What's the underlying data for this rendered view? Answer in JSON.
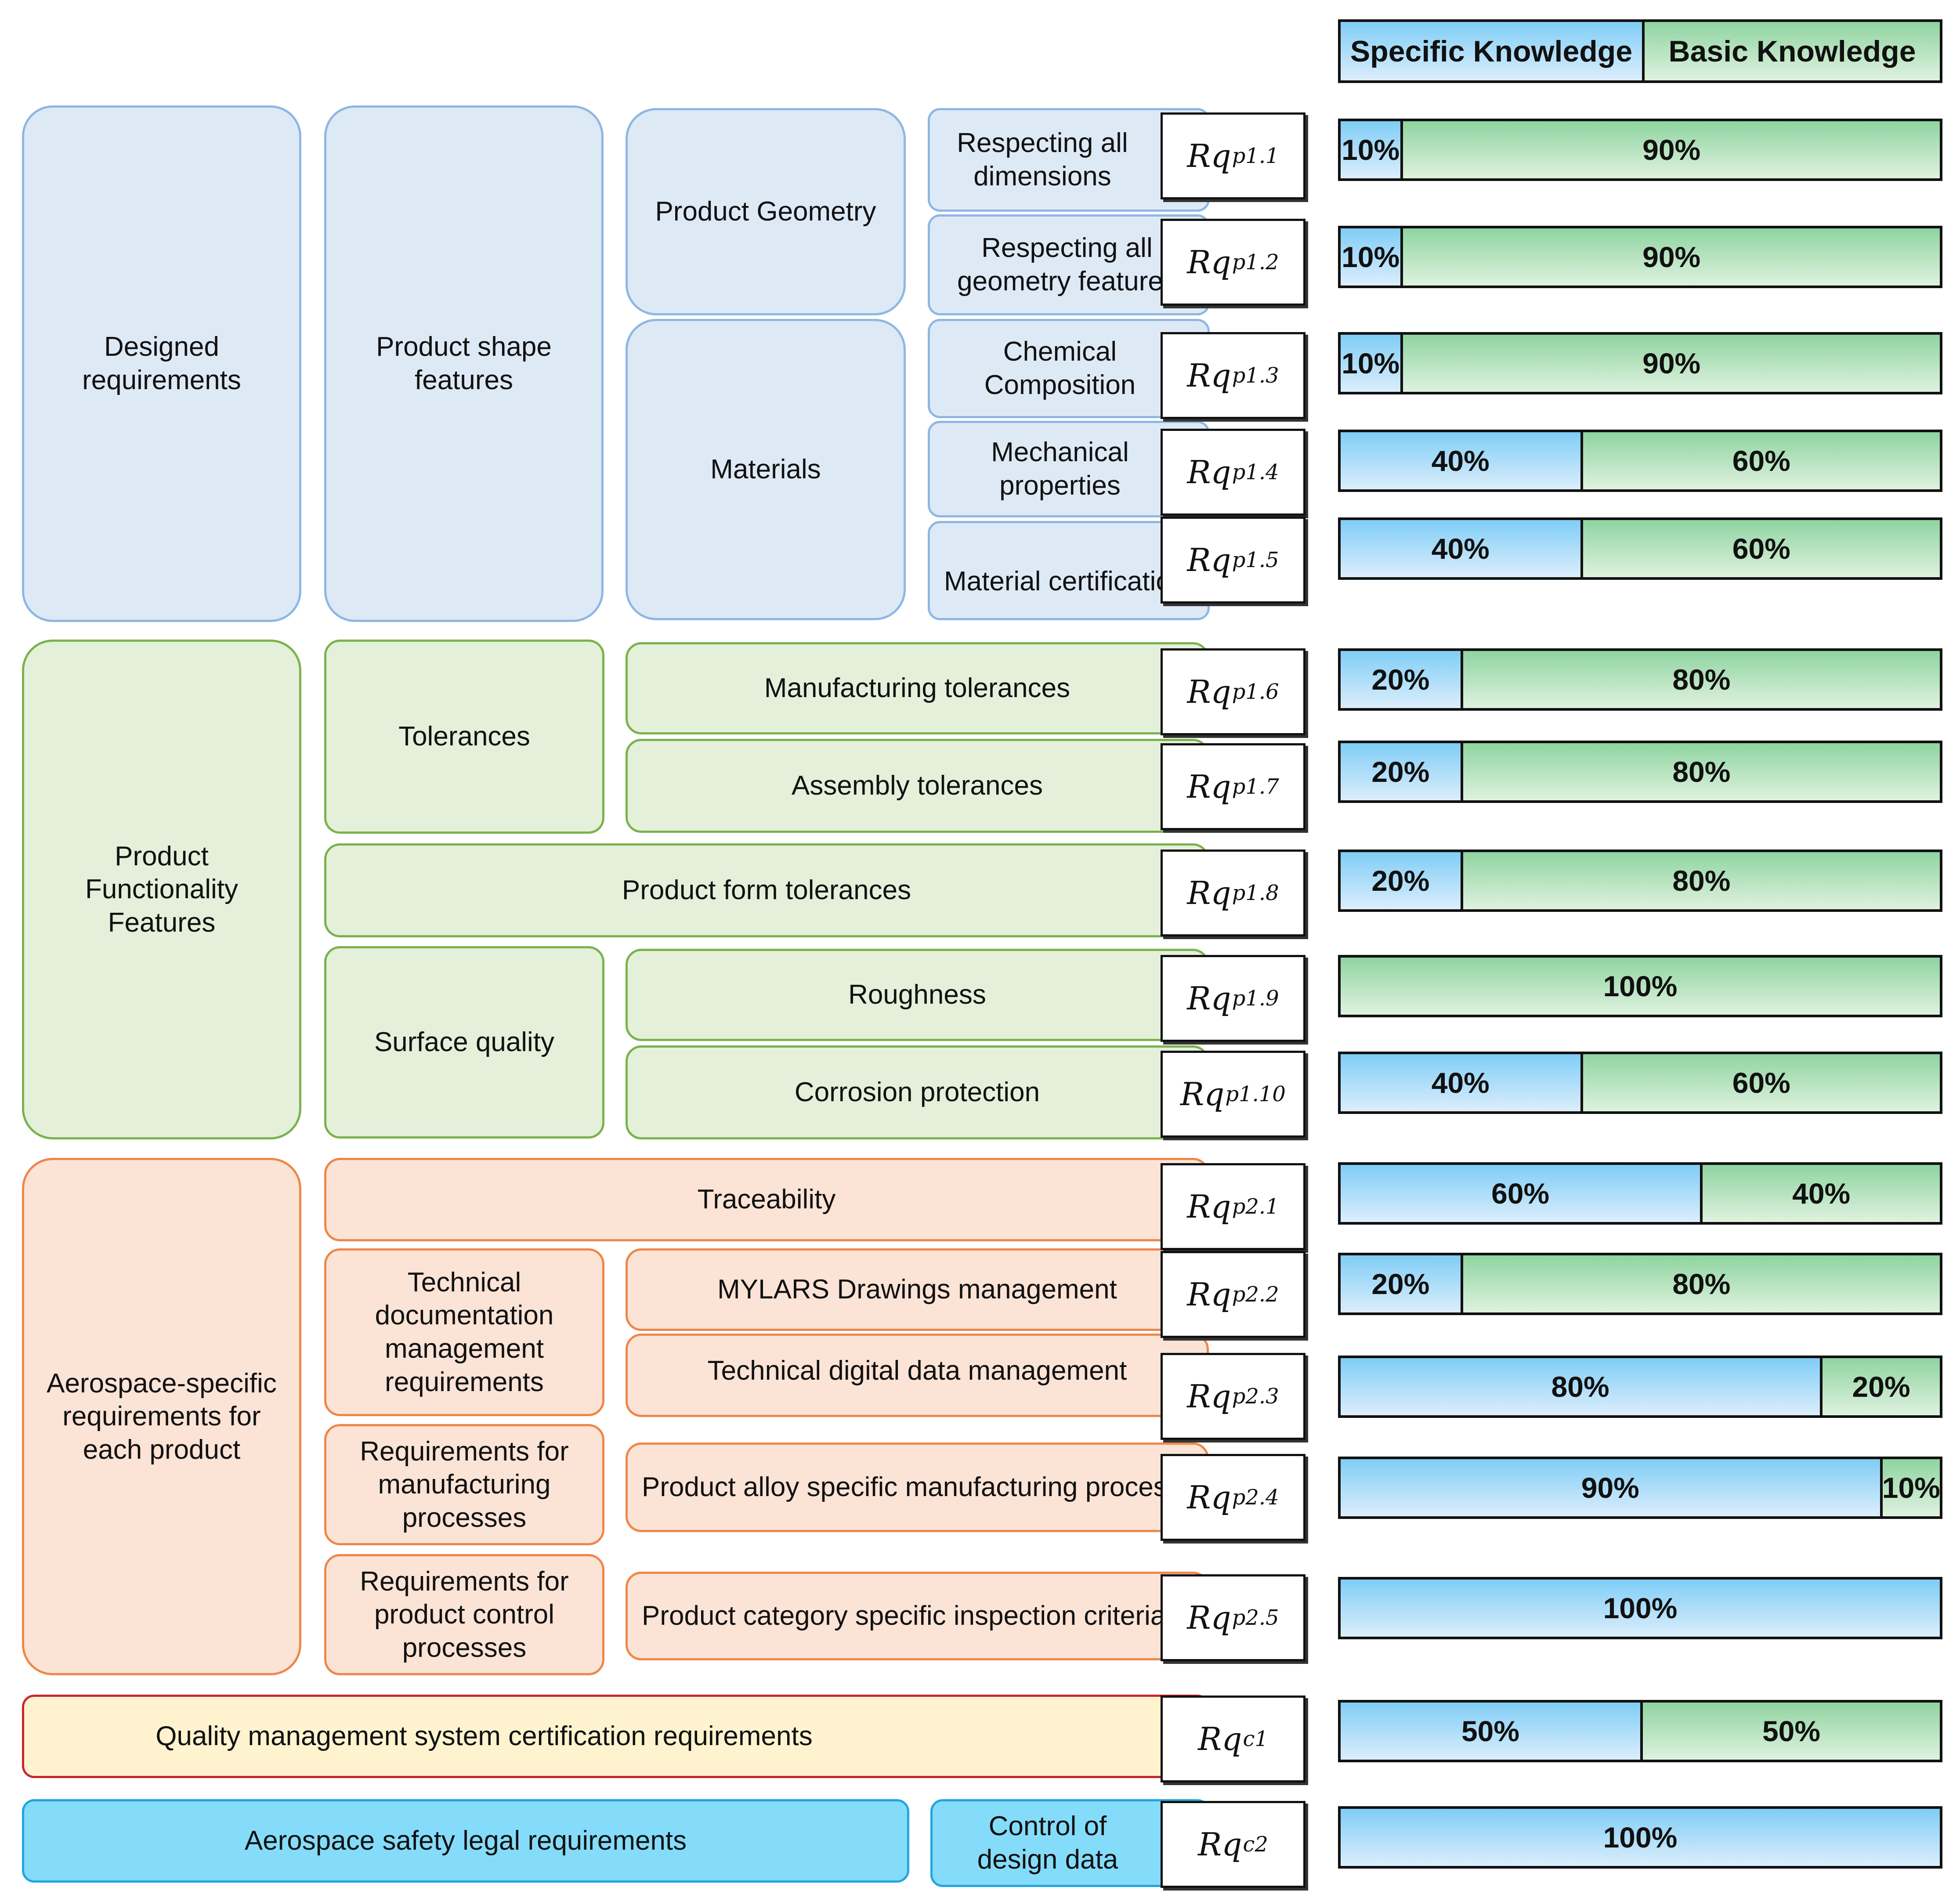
{
  "legend": {
    "specific": "Specific Knowledge",
    "basic": "Basic Knowledge"
  },
  "colors": {
    "specific": "#7fcdf6",
    "basic": "#8fd4a0",
    "designed": "#dee9f6",
    "functionality": "#e4f0da",
    "aerospace": "#fbe3d6",
    "quality": "#fff3cf",
    "safety": "#84dcfa"
  },
  "groups": {
    "designed": "Designed requirements",
    "shape": "Product shape features",
    "geometry": "Product Geometry",
    "materials": "Materials",
    "functionality": "Product Functionality Features",
    "tolerances": "Tolerances",
    "surface": "Surface quality",
    "aerospace": "Aerospace-specific requirements for each product",
    "techdoc": "Technical documentation management requirements",
    "mfg": "Requirements for manufacturing processes",
    "control": "Requirements for product control processes",
    "quality": "Quality management system certification requirements",
    "safety": "Aerospace safety legal requirements"
  },
  "requirements": [
    {
      "label": "Respecting all dimensions",
      "tag": "Rq",
      "sub": "p1.1",
      "specific": 10,
      "basic": 90
    },
    {
      "label": "Respecting all geometry features",
      "tag": "Rq",
      "sub": "p1.2",
      "specific": 10,
      "basic": 90
    },
    {
      "label": "Chemical Composition",
      "tag": "Rq",
      "sub": "p1.3",
      "specific": 10,
      "basic": 90
    },
    {
      "label": "Mechanical properties",
      "tag": "Rq",
      "sub": "p1.4",
      "specific": 40,
      "basic": 60
    },
    {
      "label": "Material certification",
      "tag": "Rq",
      "sub": "p1.5",
      "specific": 40,
      "basic": 60
    },
    {
      "label": "Manufacturing tolerances",
      "tag": "Rq",
      "sub": "p1.6",
      "specific": 20,
      "basic": 80
    },
    {
      "label": "Assembly tolerances",
      "tag": "Rq",
      "sub": "p1.7",
      "specific": 20,
      "basic": 80
    },
    {
      "label": "Product form tolerances",
      "tag": "Rq",
      "sub": "p1.8",
      "specific": 20,
      "basic": 80
    },
    {
      "label": "Roughness",
      "tag": "Rq",
      "sub": "p1.9",
      "specific": 0,
      "basic": 100
    },
    {
      "label": "Corrosion protection",
      "tag": "Rq",
      "sub": "p1.10",
      "specific": 40,
      "basic": 60
    },
    {
      "label": "Traceability",
      "tag": "Rq",
      "sub": "p2.1",
      "specific": 60,
      "basic": 40
    },
    {
      "label": "MYLARS Drawings management",
      "tag": "Rq",
      "sub": "p2.2",
      "specific": 20,
      "basic": 80
    },
    {
      "label": "Technical digital data management",
      "tag": "Rq",
      "sub": "p2.3",
      "specific": 80,
      "basic": 20
    },
    {
      "label": "Product alloy specific manufacturing processes",
      "tag": "Rq",
      "sub": "p2.4",
      "specific": 90,
      "basic": 10
    },
    {
      "label": "Product category specific inspection criteria",
      "tag": "Rq",
      "sub": "p2.5",
      "specific": 100,
      "basic": 0
    },
    {
      "label": "",
      "tag": "Rq",
      "sub": "c1",
      "specific": 50,
      "basic": 50
    },
    {
      "label": "Control of design data",
      "tag": "Rq",
      "sub": "c2",
      "specific": 100,
      "basic": 0
    }
  ]
}
